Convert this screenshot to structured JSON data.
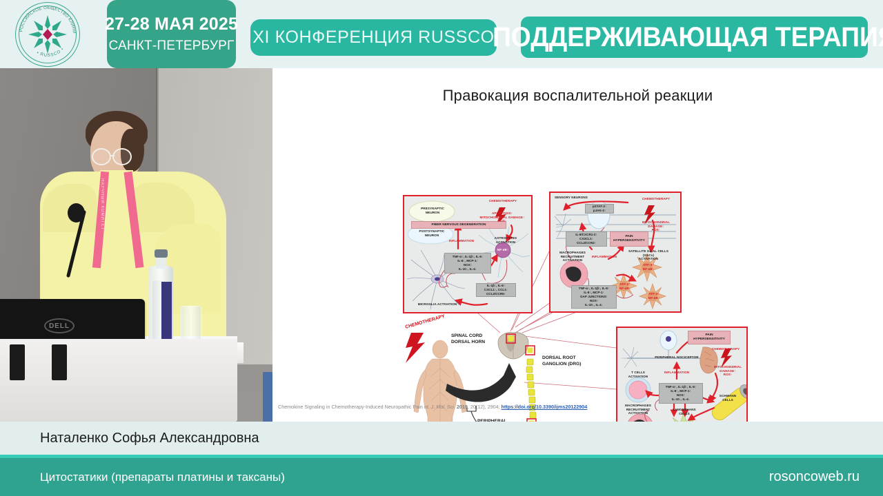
{
  "header": {
    "logo_name": "russco-seal-logo",
    "logo_ring_text": "РОССИЙСКОЕ ОБЩЕСТВО КЛИНИЧЕСКОЙ ОНКОЛОГИИ • RUSSCO •",
    "date_line1": "27-28 МАЯ 2025",
    "date_line2": "САНКТ-ПЕТЕРБУРГ",
    "conference_badge": "XI КОНФЕРЕНЦИЯ RUSSCO",
    "topic_badge": "ПОДДЕРЖИВАЮЩАЯ ТЕРАПИЯ",
    "colors": {
      "background": "#e6f1f1",
      "date_badge": "#36a489",
      "conference_badge": "#29b7a2",
      "topic_badge": "#2bb8a3",
      "badge_text": "#ffffff"
    }
  },
  "video": {
    "name": "speaker-video-feed",
    "description": "Female presenter at white podium with DELL monitor, gooseneck microphone, water bottle and glass",
    "monitor_brand": "DELL",
    "lanyard_text": "НАУЧНЫЙ КОМИТЕТ"
  },
  "slide": {
    "title": "Правокация воспалительной реакции",
    "citation": {
      "text_plain": "Chemokine Signaling in Chemotherapy-Induced Neuropathic Pain",
      "journal": "nt. J. Mol. Sci.",
      "year": "2019",
      "volume": ", 20(12), 2904; ",
      "link": "https://doi.org/10.3390/ijms20122904"
    },
    "center": {
      "chemotherapy": "CHEMOTHERAPY",
      "spinal_cord": "SPINAL CORD\nDORSAL HORN",
      "drg": "DORSAL ROOT\nGANGLION (DRG)",
      "peripheral": "PERIPHERAL\nNERVE TERMINALS"
    },
    "panels": [
      {
        "id": "panel-spinal-cord",
        "labels": {
          "presynaptic": "PRESYNAPTIC\nNEURON",
          "fiber_degeneration": "FIBER NERVOUS DEGENERATION",
          "postsynaptic": "POSTSYNAPTIC\nNEURON",
          "inflammation": "INFLAMMATION",
          "chemotherapy": "CHEMOTHERAPY",
          "apoptosis": "APOPTOSIS↑\nMITOCHONDRIAL DAMAGE↑\nROS↑",
          "astrocytes": "ASTROCYTES\nACTIVATION",
          "nfkb": "NF-κB↑",
          "cytokines": "TNF-α↑, IL-1β↑, IL-6↑\nIL-8↑, MCP-1↑\nNOS↑\nIL-10↓, IL-4↓",
          "chemokines": "IL-1β↑, IL-6↑\nCXCL1↑, CCL1↑\nCCL2/CCR5↑",
          "microglia": "MICROGLIA ACTIVATION"
        }
      },
      {
        "id": "panel-drg",
        "labels": {
          "sensory_neurons": "SENSORY NEURONS",
          "stat": "pSTAT-3↑\npJAK-2↑",
          "receptors": "IL-8/CXCR1-2↑\nCX3CL1↑\nCCL2/CCR2↑",
          "pain": "PAIN\nHYPERSENSITIVITY",
          "chemotherapy": "CHEMOTHERAPY",
          "mito": "MITOCHONDRIAL\nDAMAGE↑\nROS↑",
          "sgc": "SATELLITE GLIAL CELLS\n(SGCs)\nACTIVATION",
          "macrophages": "MACROPHAGES\nRECRUITMENT\nACTIVATION",
          "inflammation": "INFLAMMATION",
          "atf": "ATF-3↑\nNF-κB↑",
          "cytokines": "TNF-α↑, IL-1β↑, IL-6↑\nIL-8↑, MCP-1↑\nGAP JUNCTIONS↑\nNOS↑\nIL-10↓, IL-4↓"
        }
      },
      {
        "id": "panel-peripheral",
        "labels": {
          "pain": "PAIN\nHYPERSENSITIVITY",
          "nociceptor": "PERIPHERAL NOCICEPTOR",
          "chemotherapy": "CHEMOTHERAPY",
          "mito": "MITOCHONDRIAL\nDAMAGE↑\nROS↑",
          "tcells": "T CELLS\nACTIVATION",
          "inflammation": "INFLAMMATION",
          "macrophages": "MACROPHAGES\nRECRUITMENT\nACTIVATION",
          "langerhans": "LANGERHANS\nCELLS",
          "schwann": "SCHWANN\nCELLS",
          "cytokines": "TNF-α↑, IL-1β↑, IL-6↑\nIL-8↑, MCP-1↑\nNOS↑\nIL-10↓, IL-4↓"
        }
      }
    ]
  },
  "footer": {
    "speaker_name": "Наталенко Софья Александровна",
    "talk_title": "Цитостатики (препараты платины и таксаны)",
    "website": "rosoncoweb.ru",
    "colors": {
      "name_bar": "#e2eeee",
      "stripe": "#35cbb4",
      "topic_bar": "#2fa38f"
    }
  }
}
